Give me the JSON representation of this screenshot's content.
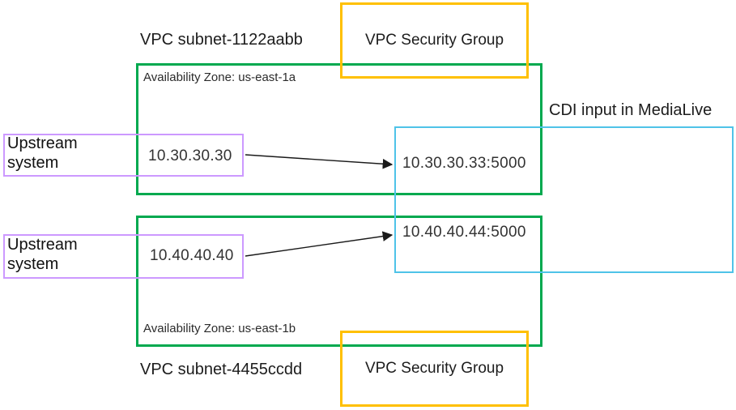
{
  "diagram": {
    "subnet1": {
      "title": "VPC subnet-1122aabb",
      "availability_zone": "Availability Zone: us-east-1a"
    },
    "subnet2": {
      "title": "VPC subnet-4455ccdd",
      "availability_zone": "Availability Zone: us-east-1b"
    },
    "security_group_top": {
      "label": "VPC Security Group"
    },
    "security_group_bottom": {
      "label": "VPC Security Group"
    },
    "cdi": {
      "title": "CDI input in MediaLive",
      "endpoint1": "10.30.30.33:5000",
      "endpoint2": "10.40.40.44:5000"
    },
    "upstream1": {
      "label": "Upstream system",
      "ip": "10.30.30.30"
    },
    "upstream2": {
      "label": "Upstream system",
      "ip": "10.40.40.40"
    },
    "colors": {
      "subnet_border": "#00A94F",
      "security_group_border": "#FFC000",
      "cdi_border": "#4FC3E8",
      "upstream_border": "#CC99FF",
      "arrow": "#1a1a1a"
    }
  }
}
